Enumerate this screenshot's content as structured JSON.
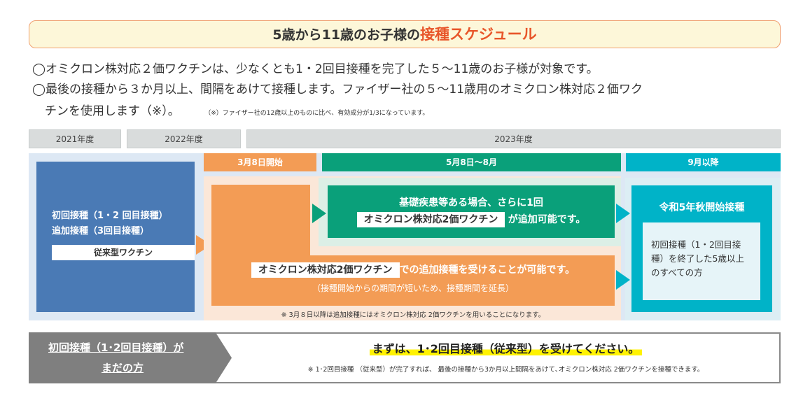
{
  "title": {
    "prefix": "5歳から11歳のお子様の",
    "highlight": "接種スケジュール"
  },
  "intro": {
    "line1": "◯オミクロン株対応２価ワクチンは、少なくとも1・2回目接種を完了した５～11歳のお子様が対象です。",
    "line2": "◯最後の接種から３か月以上、間隔をあけて接種します。ファイザー社の５～11歳用のオミクロン株対応２価ワク",
    "line3": "チンを使用します（※）。",
    "note": "（※）ファイザー社の12歳以上のものに比べ、有効成分が1/3になっています。"
  },
  "years": [
    "2021年度",
    "2022年度",
    "2023年度"
  ],
  "phases": [
    "3月8日開始",
    "5月8日～8月",
    "9月以降"
  ],
  "left_box": {
    "line1": "初回接種（1・2 回目接種）",
    "line2": "追加接種（3回目接種）",
    "chip": "従来型ワクチン"
  },
  "green_box": {
    "line1": "基礎疾患等ある場合、さらに1回",
    "chip": "オミクロン株対応2価ワクチン",
    "suffix": "が追加可能です。"
  },
  "orange_box": {
    "chip": "オミクロン株対応2価ワクチン",
    "suffix": "での追加接種を受けることが可能です。",
    "sub": "（接種開始からの期間が短いため、接種期間を延長）",
    "note": "※  3月８日以降は追加接種にはオミクロン株対応 2価ワクチンを用いることになります。"
  },
  "teal_box": {
    "title": "令和5年秋開始接種",
    "body": "初回接種（1・2回目接種）を終了した5歳以上のすべての方"
  },
  "bottom": {
    "label_line1": "初回接種（1･2回目接種）が",
    "label_line2": "まだの方",
    "main": "まずは、1･2回目接種（従来型）を受けてください。",
    "note": "※  1･2回目接種 （従来型）が完了すれば、 最後の接種から3か月以上間隔をあけて､オミクロン株対応 2価ワクチンを接種できます。"
  },
  "colors": {
    "orange": "#f39c55",
    "green": "#0aa07a",
    "teal": "#00b3c8",
    "blue": "#4a7ab5",
    "accent": "#e8562a"
  }
}
